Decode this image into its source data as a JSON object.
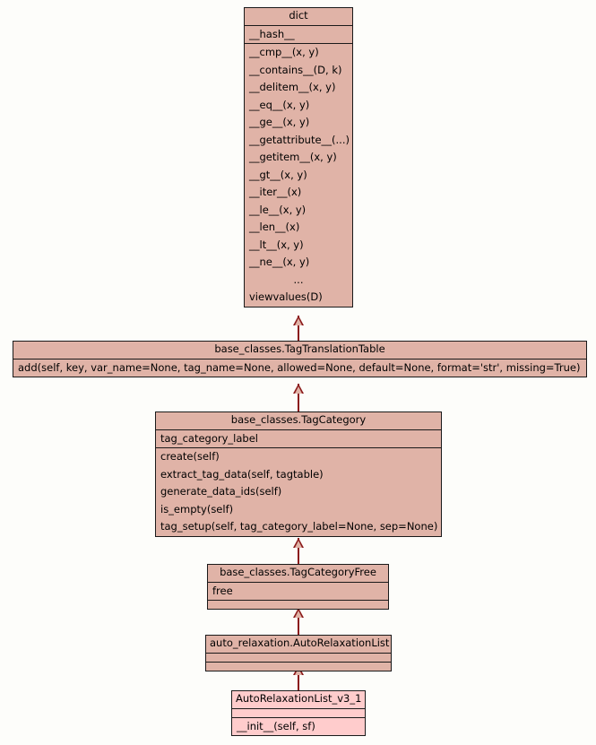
{
  "diagram": {
    "type": "uml-class-inheritance",
    "title": "",
    "background_color": "#fdfdfa",
    "class_fill_color": "#e0b3a7",
    "leaf_fill_color": "#ffcccc",
    "border_color": "#1a1a1a",
    "connector_color": "#8b1a1a",
    "relationship": "generalization"
  },
  "classes": [
    {
      "id": "dict",
      "name": "dict",
      "attributes": [
        "__hash__"
      ],
      "operations": [
        "__cmp__(x, y)",
        "__contains__(D, k)",
        "__delitem__(x, y)",
        "__eq__(x, y)",
        "__ge__(x, y)",
        "__getattribute__(...)",
        "__getitem__(x, y)",
        "__gt__(x, y)",
        "__iter__(x)",
        "__le__(x, y)",
        "__len__(x)",
        "__lt__(x, y)",
        "__ne__(x, y)",
        "...",
        "viewvalues(D)"
      ]
    },
    {
      "id": "tag_translation_table",
      "name": "base_classes.TagTranslationTable",
      "attributes": [],
      "operations": [
        "add(self, key, var_name=None, tag_name=None, allowed=None, default=None, format='str', missing=True)"
      ]
    },
    {
      "id": "tag_category",
      "name": "base_classes.TagCategory",
      "attributes": [
        "tag_category_label"
      ],
      "operations": [
        "create(self)",
        "extract_tag_data(self, tagtable)",
        "generate_data_ids(self)",
        "is_empty(self)",
        "tag_setup(self, tag_category_label=None, sep=None)"
      ]
    },
    {
      "id": "tag_category_free",
      "name": "base_classes.TagCategoryFree",
      "attributes": [
        "free"
      ],
      "operations": []
    },
    {
      "id": "auto_relaxation_list",
      "name": "auto_relaxation.AutoRelaxationList",
      "attributes": [],
      "operations": []
    },
    {
      "id": "auto_relaxation_list_v3_1",
      "name": "AutoRelaxationList_v3_1",
      "attributes": [],
      "operations": [
        "__init__(self, sf)"
      ]
    }
  ],
  "edges": [
    {
      "from": "tag_translation_table",
      "to": "dict",
      "kind": "inheritance"
    },
    {
      "from": "tag_category",
      "to": "tag_translation_table",
      "kind": "inheritance"
    },
    {
      "from": "tag_category_free",
      "to": "tag_category",
      "kind": "inheritance"
    },
    {
      "from": "auto_relaxation_list",
      "to": "tag_category_free",
      "kind": "inheritance"
    },
    {
      "from": "auto_relaxation_list_v3_1",
      "to": "auto_relaxation_list",
      "kind": "inheritance"
    }
  ]
}
